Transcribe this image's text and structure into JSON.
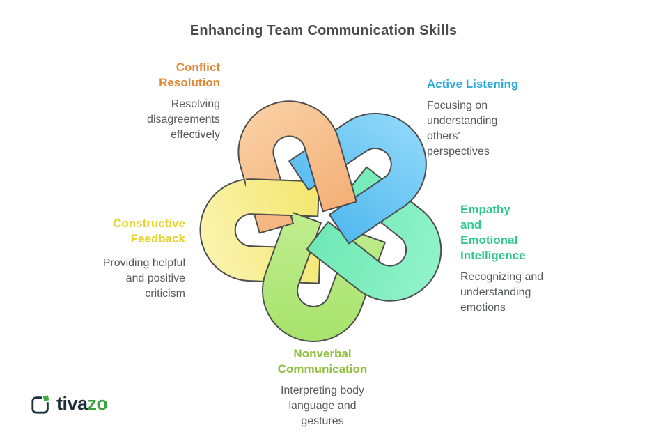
{
  "title": "Enhancing Team Communication Skills",
  "sections": [
    {
      "id": "conflict-resolution",
      "heading": "Conflict Resolution",
      "description": "Resolving disagreements effectively",
      "color": "#e0883a"
    },
    {
      "id": "active-listening",
      "heading": "Active Listening",
      "description": "Focusing on understanding others' perspectives",
      "color": "#2ba9e1"
    },
    {
      "id": "empathy-emotional-intelligence",
      "heading": "Empathy and Emotional Intelligence",
      "description": "Recognizing and understanding emotions",
      "color": "#2fc98e"
    },
    {
      "id": "nonverbal-communication",
      "heading": "Nonverbal Communication",
      "description": "Interpreting body language and gestures",
      "color": "#90be3d"
    },
    {
      "id": "constructive-feedback",
      "heading": "Constructive Feedback",
      "description": "Providing helpful and positive criticism",
      "color": "#e6d32b"
    }
  ],
  "knot": {
    "outline_color": "#4d4d4d",
    "petals": [
      {
        "section": "conflict-resolution",
        "bend_color": "#f9cda0",
        "tip_color": "#f2a568"
      },
      {
        "section": "active-listening",
        "bend_color": "#8bd6f8",
        "tip_color": "#3eafec"
      },
      {
        "section": "empathy-emotional-intelligence",
        "bend_color": "#8ff2c8",
        "tip_color": "#63e5ae"
      },
      {
        "section": "nonverbal-communication",
        "bend_color": "#a8e46d",
        "tip_color": "#c9f09b"
      },
      {
        "section": "constructive-feedback",
        "bend_color": "#faf3ac",
        "tip_color": "#f0e156"
      }
    ]
  },
  "brand": {
    "name_dark": "tiva",
    "name_green": "zo",
    "icon_dark": "#1c323c",
    "icon_green": "#3cad3f",
    "text_dark": "#1c2e38",
    "text_green": "#3aa43c"
  }
}
